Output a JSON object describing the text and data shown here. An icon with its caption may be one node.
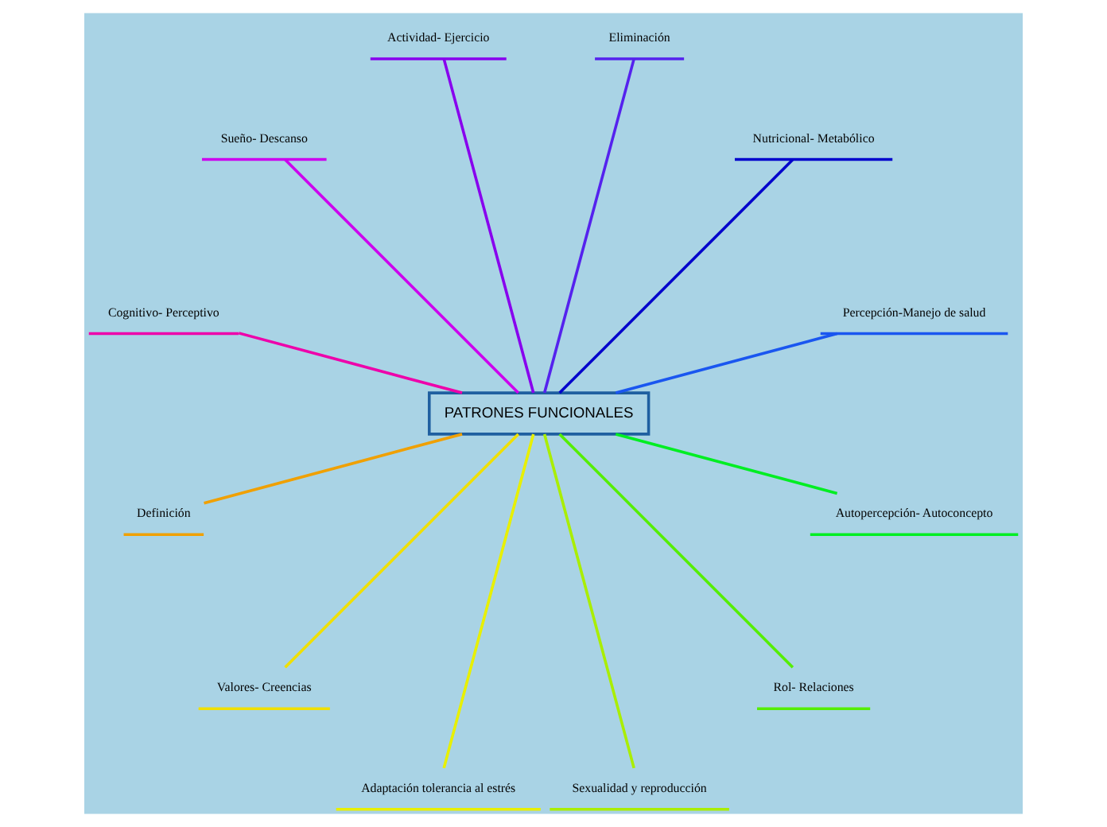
{
  "diagram": {
    "nodes": [
      {
        "text": [
          "PATRONES FUNCIONALES"
        ]
      },
      {
        "text": [
          "Percepción-Manejo de salud"
        ]
      },
      {
        "text": [
          "Nutricional- Metabólico"
        ]
      },
      {
        "text": [
          "Eliminación"
        ]
      },
      {
        "text": [
          "Actividad- Ejercicio"
        ]
      },
      {
        "text": [
          "Sueño- Descanso"
        ]
      },
      {
        "text": [
          "Cognitivo- Perceptivo"
        ]
      },
      {
        "text": [
          "Definición"
        ]
      },
      {
        "text": [
          "Valores- Creencias"
        ]
      },
      {
        "text": [
          "Adaptación tolerancia al estrés"
        ]
      },
      {
        "text": [
          "Sexualidad y reproducción"
        ]
      },
      {
        "text": [
          "Rol- Relaciones"
        ]
      },
      {
        "text": [
          "Autopercepción- Autoconcepto"
        ]
      }
    ],
    "edges": [
      {
        "from": 0,
        "to": 1,
        "arrow": "none",
        "color": "#1a56f0"
      },
      {
        "from": 0,
        "to": 2,
        "arrow": "none",
        "color": "#0000cc"
      },
      {
        "from": 0,
        "to": 3,
        "arrow": "none",
        "color": "#5522ee"
      },
      {
        "from": 0,
        "to": 4,
        "arrow": "none",
        "color": "#8800ee"
      },
      {
        "from": 0,
        "to": 5,
        "arrow": "none",
        "color": "#cc00ee"
      },
      {
        "from": 0,
        "to": 6,
        "arrow": "none",
        "color": "#ee00aa"
      },
      {
        "from": 0,
        "to": 7,
        "arrow": "none",
        "color": "#f0a000"
      },
      {
        "from": 0,
        "to": 8,
        "arrow": "none",
        "color": "#f0e000"
      },
      {
        "from": 0,
        "to": 9,
        "arrow": "none",
        "color": "#e8f000"
      },
      {
        "from": 0,
        "to": 10,
        "arrow": "none",
        "color": "#aaee00"
      },
      {
        "from": 0,
        "to": 11,
        "arrow": "none",
        "color": "#55ee00"
      },
      {
        "from": 0,
        "to": 12,
        "arrow": "none",
        "color": "#00ee22"
      }
    ]
  }
}
